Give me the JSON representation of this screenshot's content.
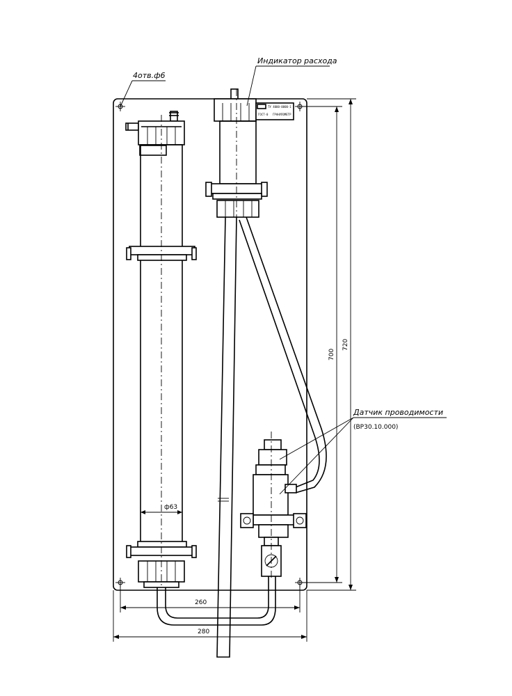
{
  "labels": {
    "holes": "4отв.ф6",
    "flow_indicator": "Индикатор расхода",
    "conductivity_sensor": "Датчик проводимости",
    "sensor_code": "(ВР30.10.000)",
    "diameter": "ф63"
  },
  "dimensions": {
    "height_inner": "700",
    "height_outer": "720",
    "width_inner": "260",
    "width_outer": "280"
  },
  "indicator_plate": {
    "line1": "ТУ 4000-0000-1",
    "line2": "ГОСТ-0",
    "line3": "ГРАНУЛОМЕТР"
  }
}
